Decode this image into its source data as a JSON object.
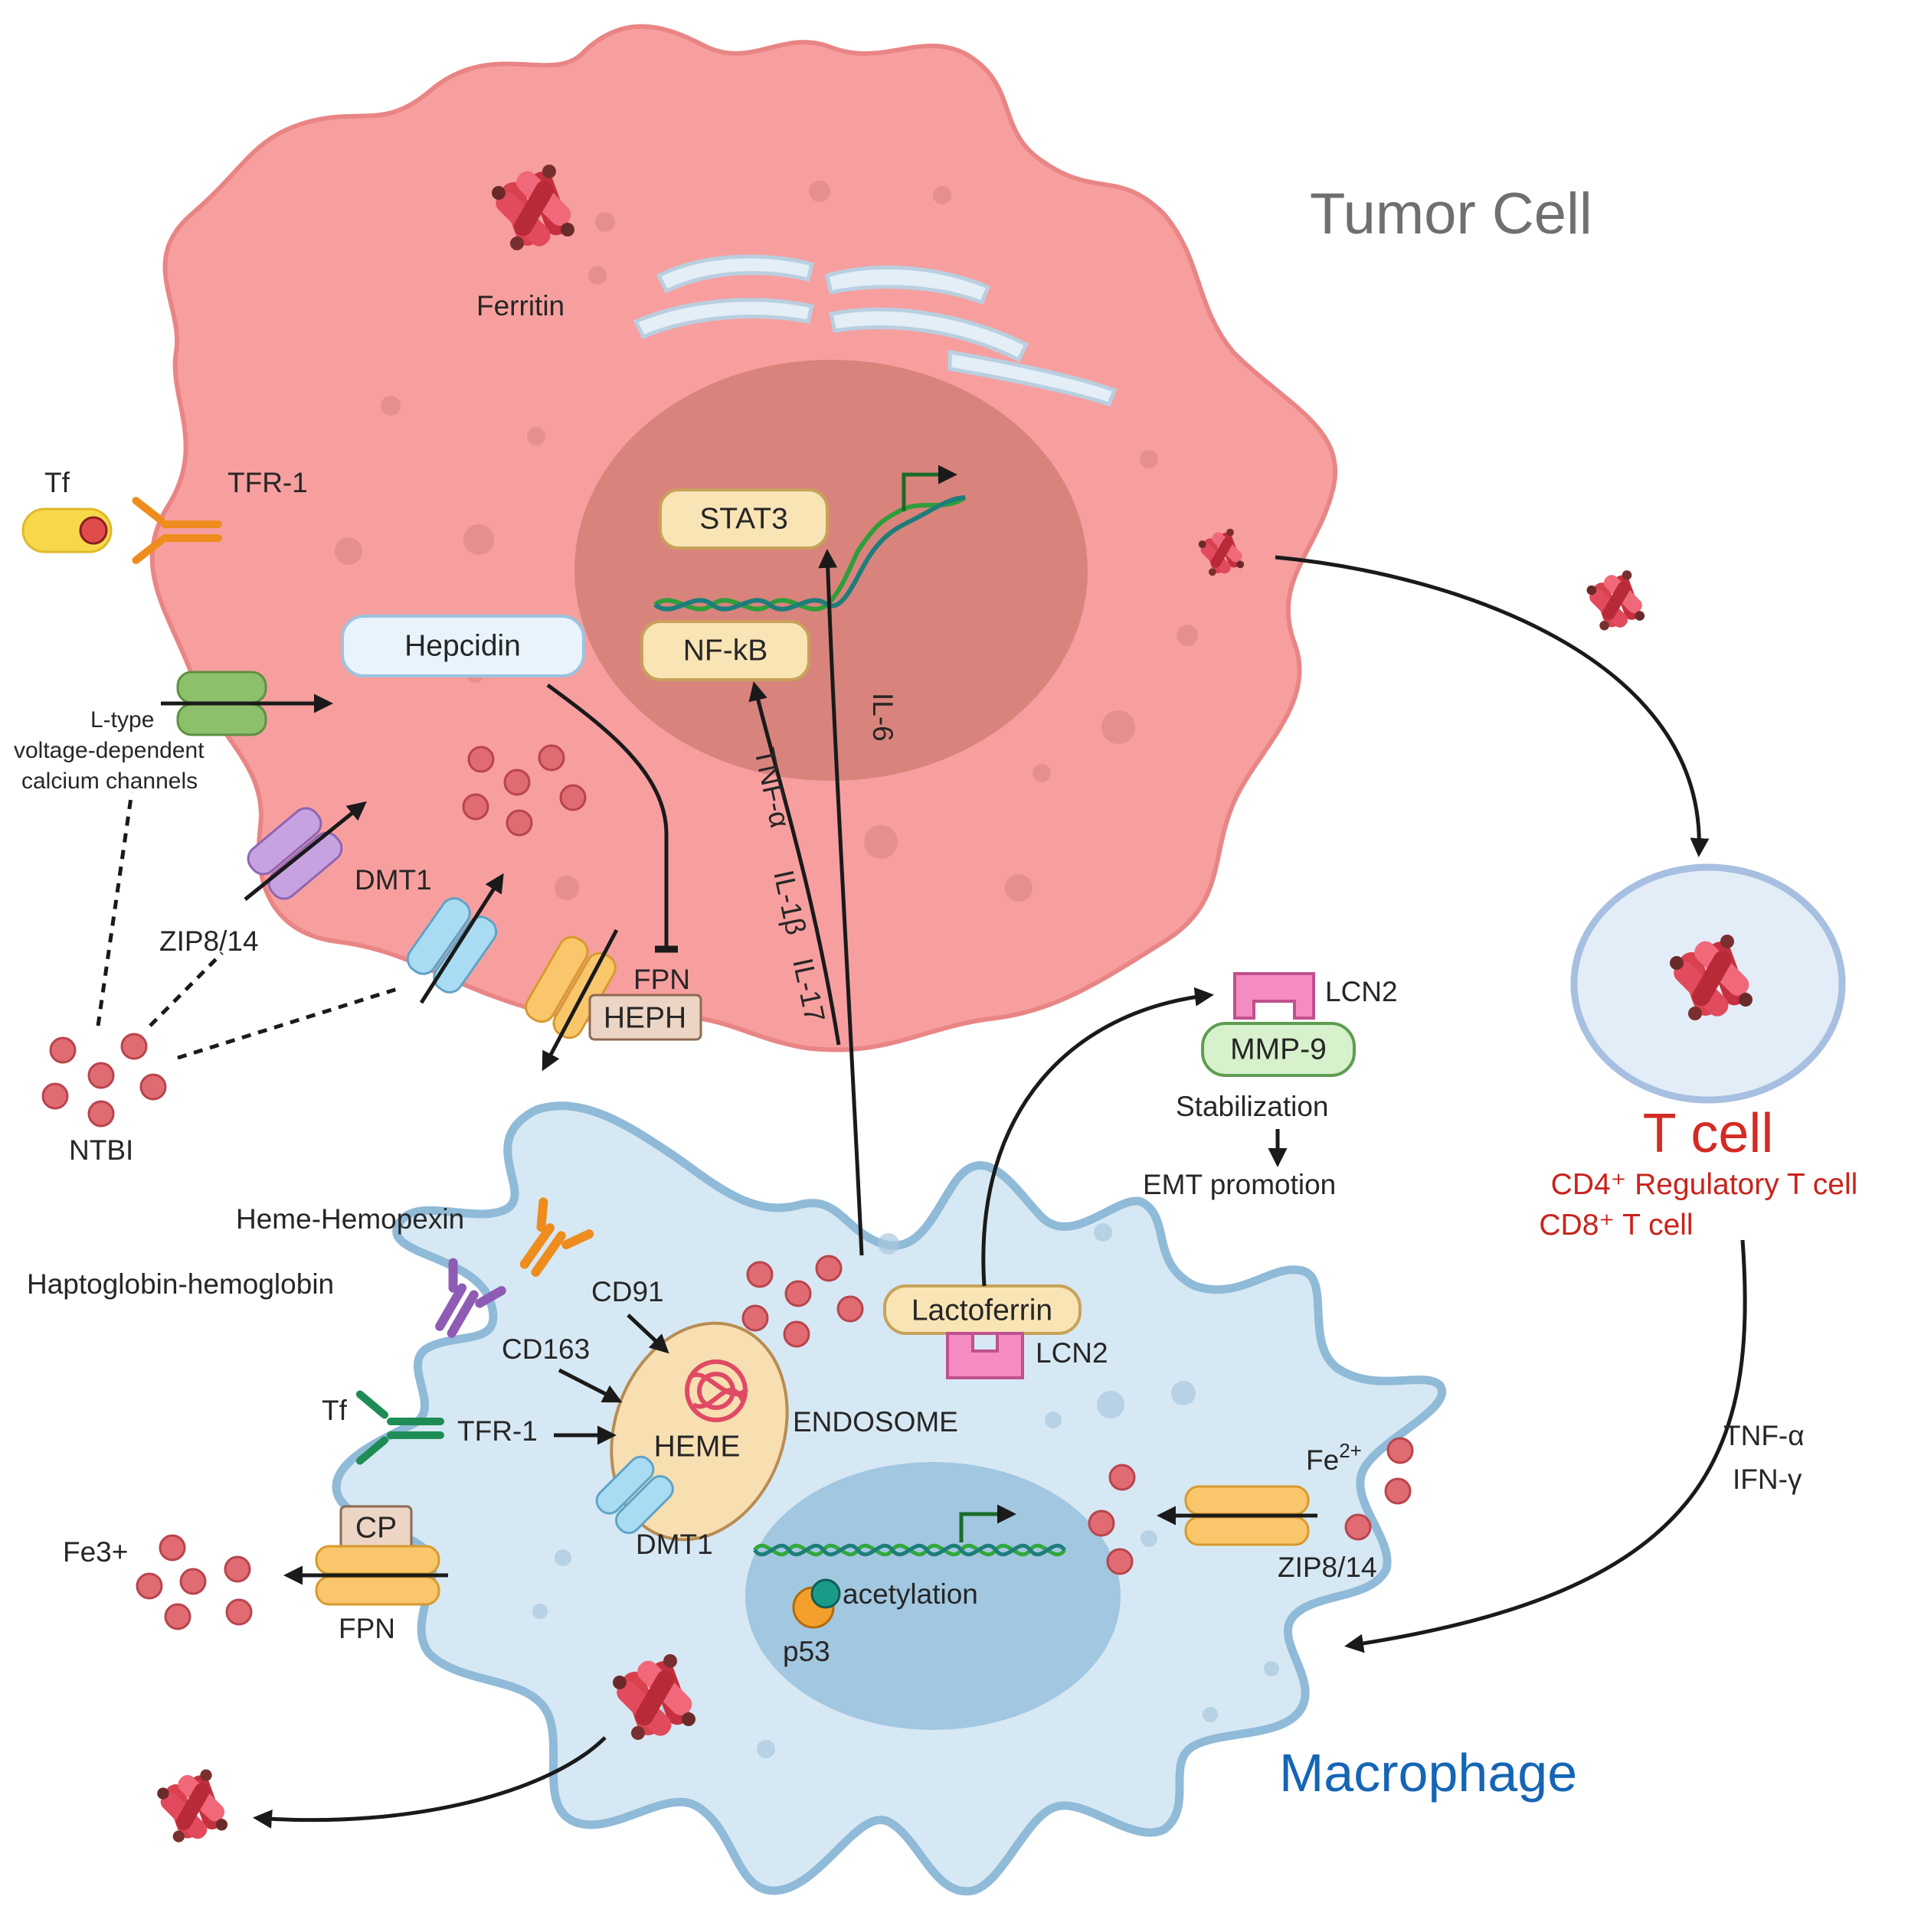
{
  "cells": {
    "tumor": "Tumor Cell",
    "macrophage": "Macrophage",
    "tcell_title": "T cell",
    "tcell_sub1": "CD4⁺ Regulatory T cell",
    "tcell_sub2": "CD8⁺ T cell"
  },
  "tumor_labels": {
    "ferritin": "Ferritin",
    "tf": "Tf",
    "tfr1": "TFR-1",
    "hepcidin": "Hepcidin",
    "stat3": "STAT3",
    "nfkb": "NF-kB",
    "ltype_1": "L-type",
    "ltype_2": "voltage-dependent",
    "ltype_3": "calcium channels",
    "zip": "ZIP8/14",
    "dmt1": "DMT1",
    "fpn": "FPN",
    "heph": "HEPH",
    "ntbi": "NTBI"
  },
  "cytokines": {
    "tnfa": "TNF-α",
    "il1b": "IL-1β",
    "il17": "IL-17",
    "il6": "IL-6",
    "tnfa_t": "TNF-α",
    "ifng": "IFN-γ"
  },
  "lcn_pathway": {
    "lcn2_top": "LCN2",
    "mmp9": "MMP-9",
    "stabilization": "Stabilization",
    "emt": "EMT promotion",
    "lactoferrin": "Lactoferrin",
    "lcn2_bottom": "LCN2"
  },
  "macrophage_labels": {
    "heme_hemopexin": "Heme-Hemopexin",
    "hapto": "Haptoglobin-hemoglobin",
    "cd91": "CD91",
    "cd163": "CD163",
    "tf": "Tf",
    "tfr1": "TFR-1",
    "heme": "HEME",
    "endosome": "ENDOSOME",
    "dmt1": "DMT1",
    "cp": "CP",
    "fpn": "FPN",
    "fe3": "Fe3+",
    "fe2": "Fe",
    "fe2_sup": "2+",
    "zip": "ZIP8/14",
    "acetylation": "acetylation",
    "p53": "p53"
  },
  "colors": {
    "tumor_fill": "#f79f9f",
    "tumor_stroke": "#e98585",
    "nucleus": "#d9837d",
    "macro_fill": "#d6e8f3",
    "macro_stroke": "#8fbad8",
    "macro_nucleus": "#a2c7e0",
    "tcell_fill": "#e3edf8",
    "tcell_stroke": "#a7bfe0",
    "tf_yellow": "#f6d84a",
    "receptor_orange": "#ee8d1e",
    "box_tan": "#f9e4b5",
    "box_blue": "#e8f3fb",
    "lcn_pink": "#f48cc0",
    "mmp_green": "#d6f1cc",
    "channel_green": "#8cc06a",
    "channel_purple": "#c7a2e0",
    "channel_cyan": "#a9dcf2",
    "channel_orange": "#f9c66c",
    "dna_green": "#32a83c",
    "title_blue": "#1565b5",
    "title_red": "#d32b23"
  }
}
